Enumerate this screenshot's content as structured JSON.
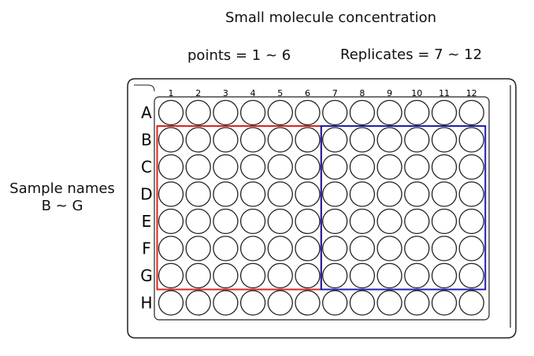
{
  "title": "Small molecule concentration",
  "points_label": "points = 1 ~ 6",
  "replicates_label": "Replicates = 7 ~ 12",
  "sample_label": {
    "line1": "Sample names",
    "line2": "B ~ G"
  },
  "plate": {
    "columns": [
      "1",
      "2",
      "3",
      "4",
      "5",
      "6",
      "7",
      "8",
      "9",
      "10",
      "11",
      "12"
    ],
    "rows": [
      "A",
      "B",
      "C",
      "D",
      "E",
      "F",
      "G",
      "H"
    ]
  },
  "highlights": [
    {
      "name": "points-region",
      "color": "#d9251d",
      "rows": [
        "B",
        "G"
      ],
      "columns": [
        "1",
        "6"
      ]
    },
    {
      "name": "replicates-region",
      "color": "#1f1fa8",
      "rows": [
        "B",
        "G"
      ],
      "columns": [
        "7",
        "12"
      ]
    }
  ]
}
